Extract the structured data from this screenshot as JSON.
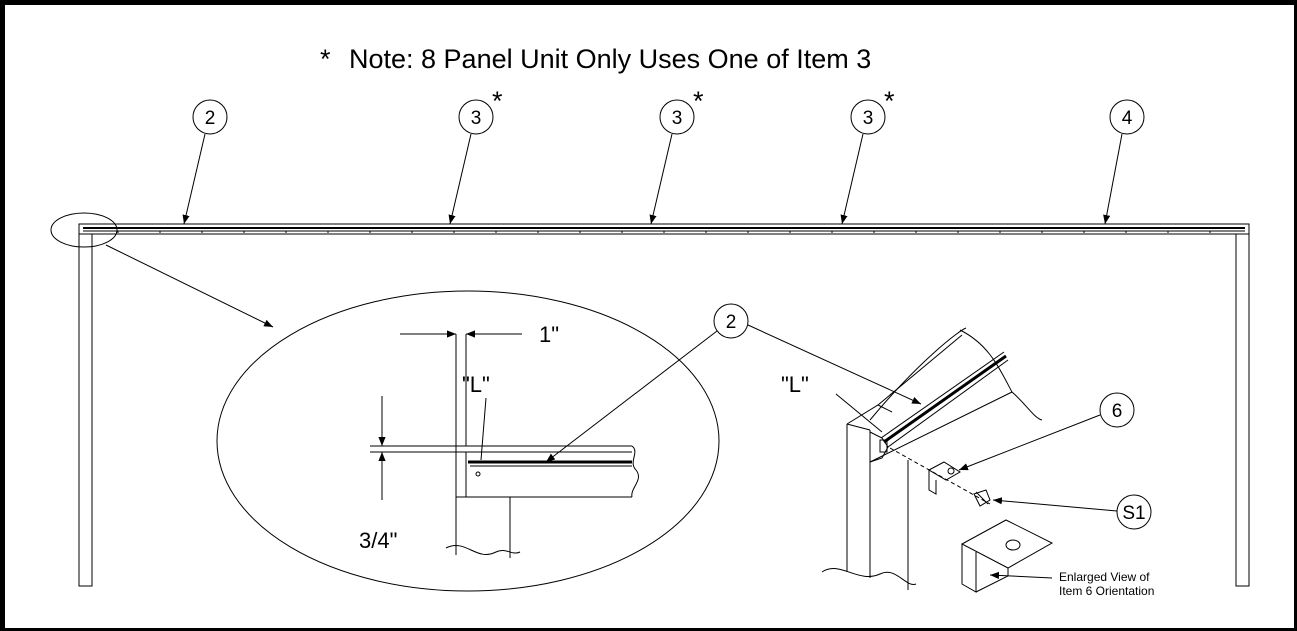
{
  "note": {
    "star": "*",
    "text": "Note: 8 Panel Unit Only Uses One of Item 3"
  },
  "bubbles": {
    "top": [
      "2",
      "3",
      "3",
      "3",
      "4"
    ],
    "detail_2": "2",
    "item_6": "6",
    "item_s1": "S1"
  },
  "asterisk": "*",
  "dimensions": {
    "width": "1\"",
    "height": "3/4\""
  },
  "labels": {
    "l_left": "\"L\"",
    "l_right": "\"L\"",
    "enlarged_line1": "Enlarged View of",
    "enlarged_line2": "Item 6 Orientation"
  }
}
